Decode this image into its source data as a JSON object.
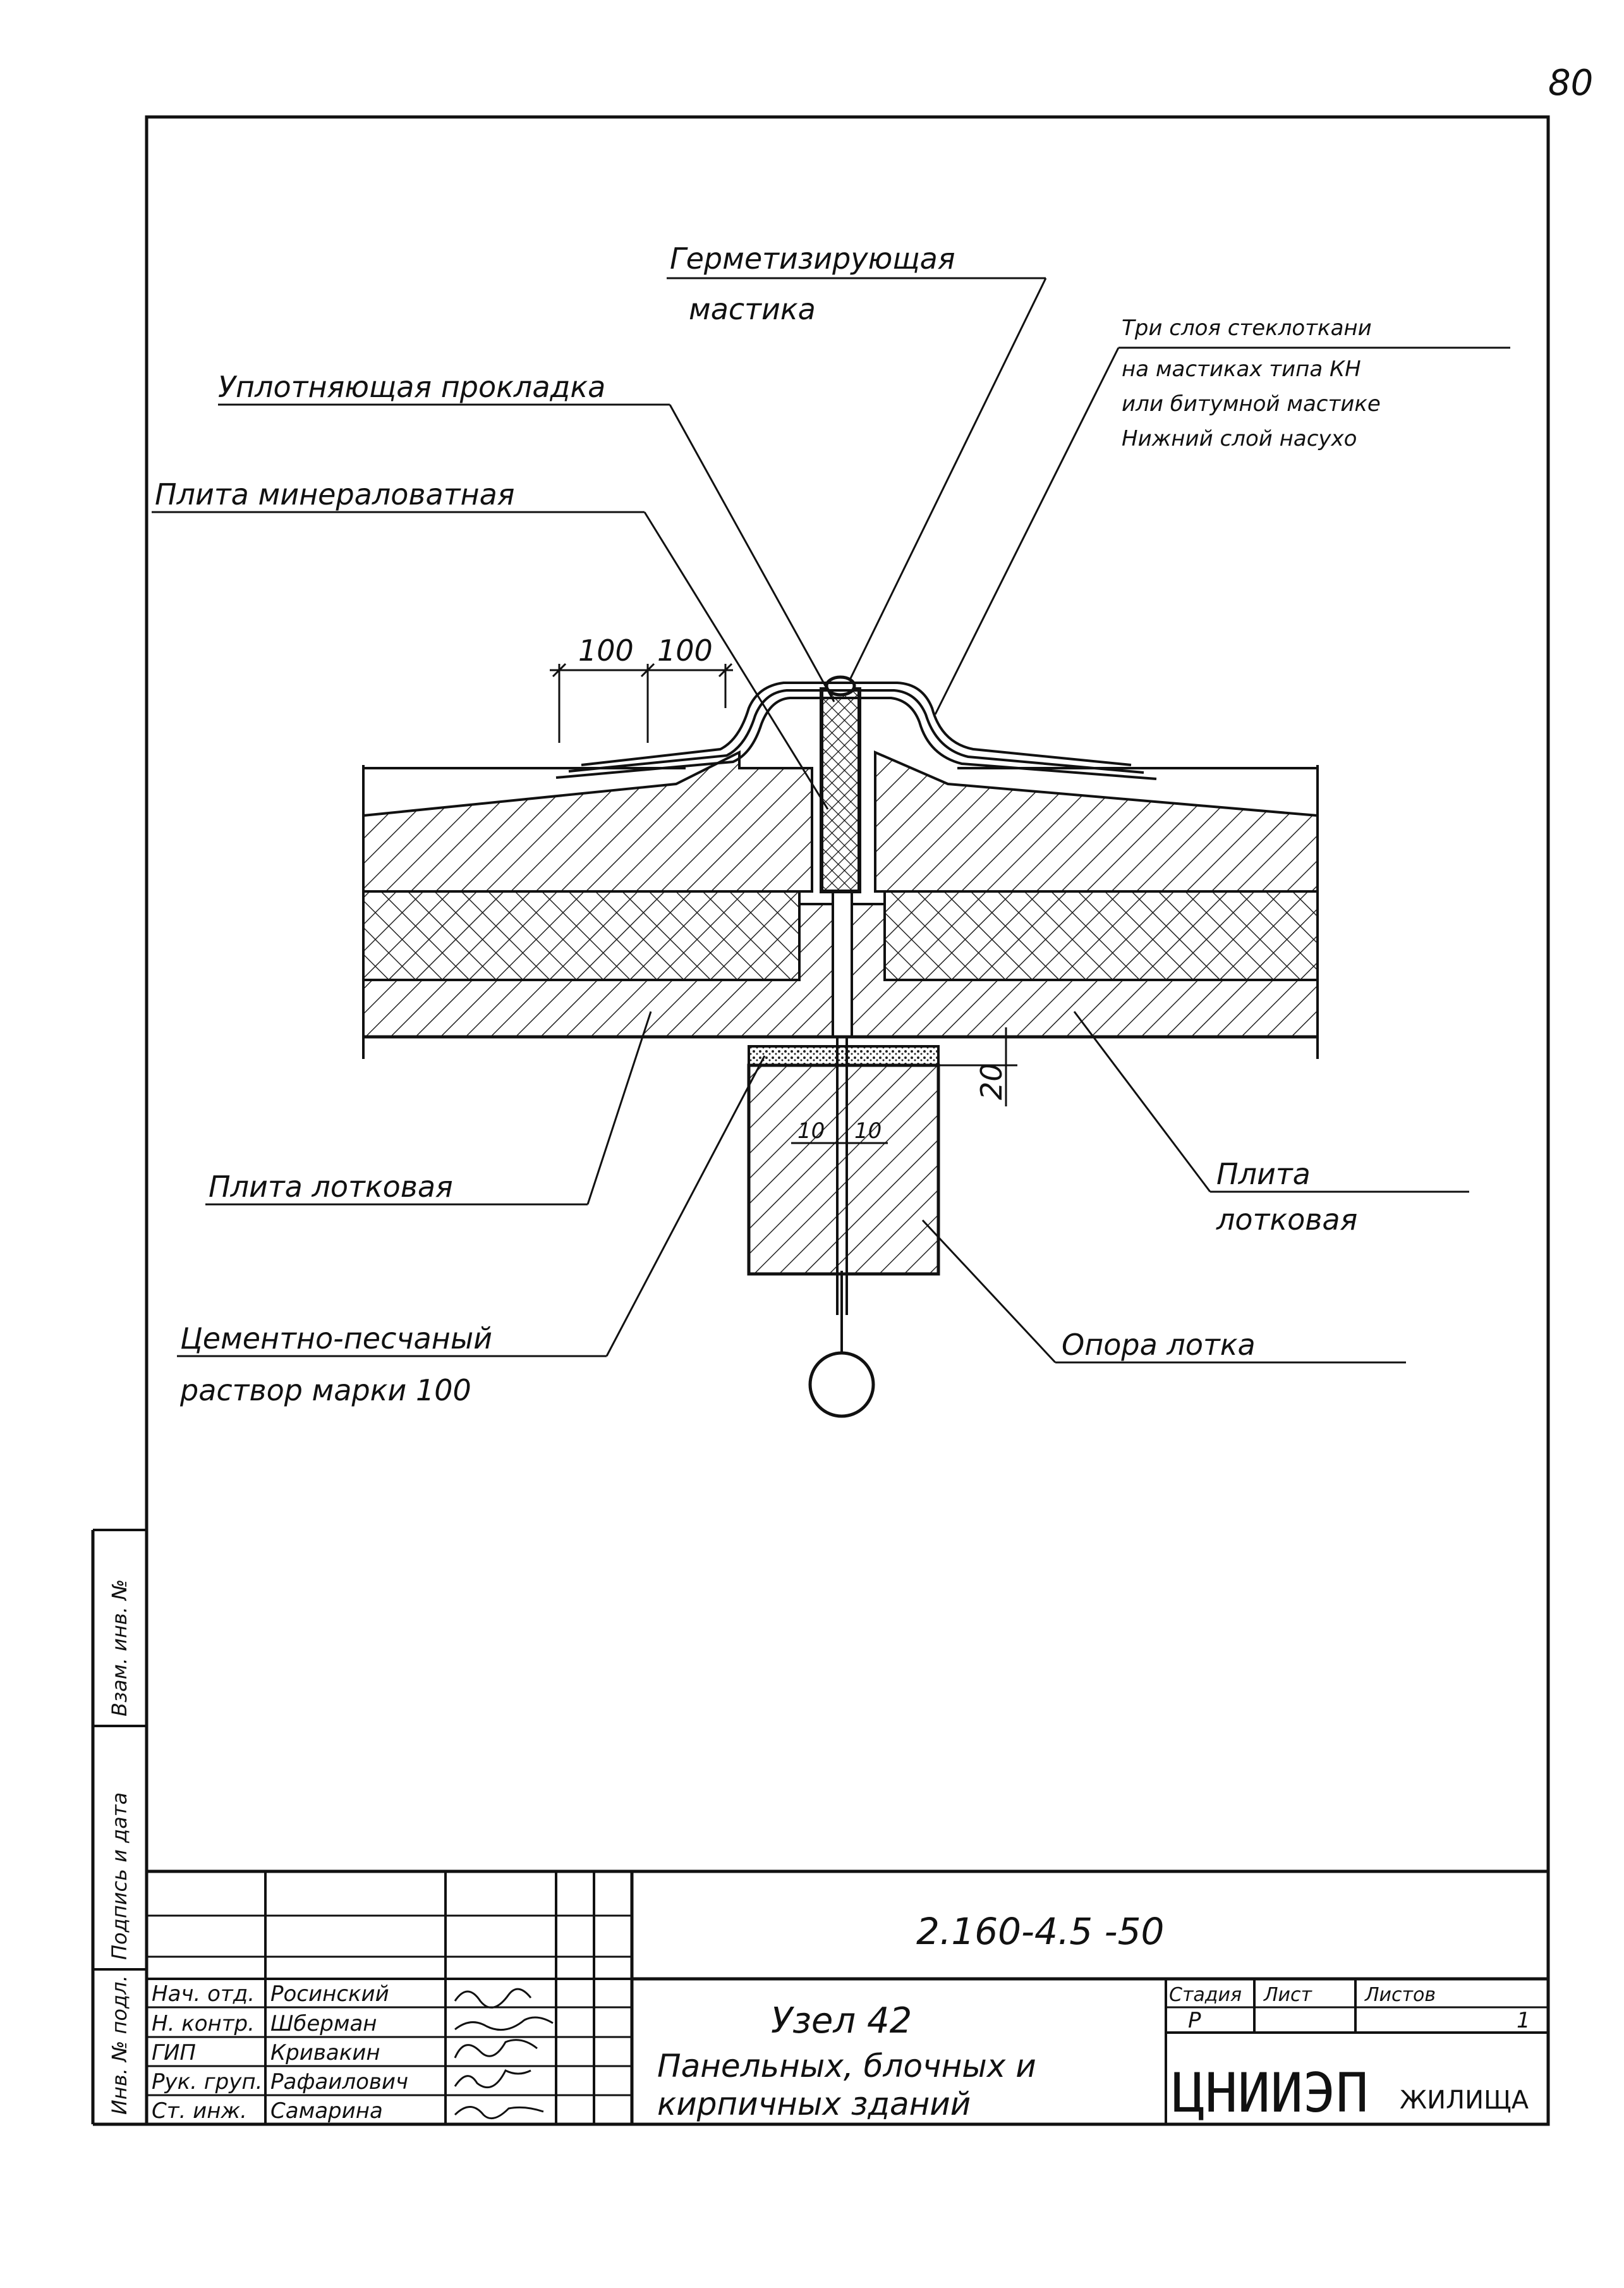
{
  "page_number": "80",
  "labels": {
    "sealant_l1": "Герметизирующая",
    "sealant_l2": "мастика",
    "glass_l1": "Три слоя стеклоткани",
    "glass_l2": "на мастиках типа КН",
    "glass_l3": "или битумной мастике",
    "glass_l4": "Нижний слой насухо",
    "gasket": "Уплотняющая прокладка",
    "mineral": "Плита минераловатная",
    "tray_left": "Плита лотковая",
    "tray_right_l1": "Плита",
    "tray_right_l2": "лотковая",
    "mortar_l1": "Цементно-песчаный",
    "mortar_l2": "раствор марки 100",
    "support": "Опора лотка"
  },
  "dimensions": {
    "d100a": "100",
    "d100b": "100",
    "d20": "20",
    "d10a": "10",
    "d10b": "10"
  },
  "side_stamps": {
    "s1": "Инв. № подл.",
    "s2": "Подпись и дата",
    "s3": "Взам. инв. №"
  },
  "title_block": {
    "doc_code": "2.160-4.5 -50",
    "title_l1": "Узел 42",
    "title_l2": "Панельных, блочных и",
    "title_l3": "кирпичных зданий",
    "roles": [
      "Нач. отд.",
      "Н. контр.",
      "ГИП",
      "Рук. груп.",
      "Ст. инж."
    ],
    "names": [
      "Росинский",
      "Шберман",
      "Кривакин",
      "Рафаилович",
      "Самарина"
    ],
    "stage_header": "Стадия",
    "sheet_header": "Лист",
    "sheets_header": "Листов",
    "stage_value": "Р",
    "sheet_value": "",
    "sheets_value": "1",
    "org_main": "ЦНИИЭП",
    "org_sub": "ЖИЛИЩА"
  }
}
